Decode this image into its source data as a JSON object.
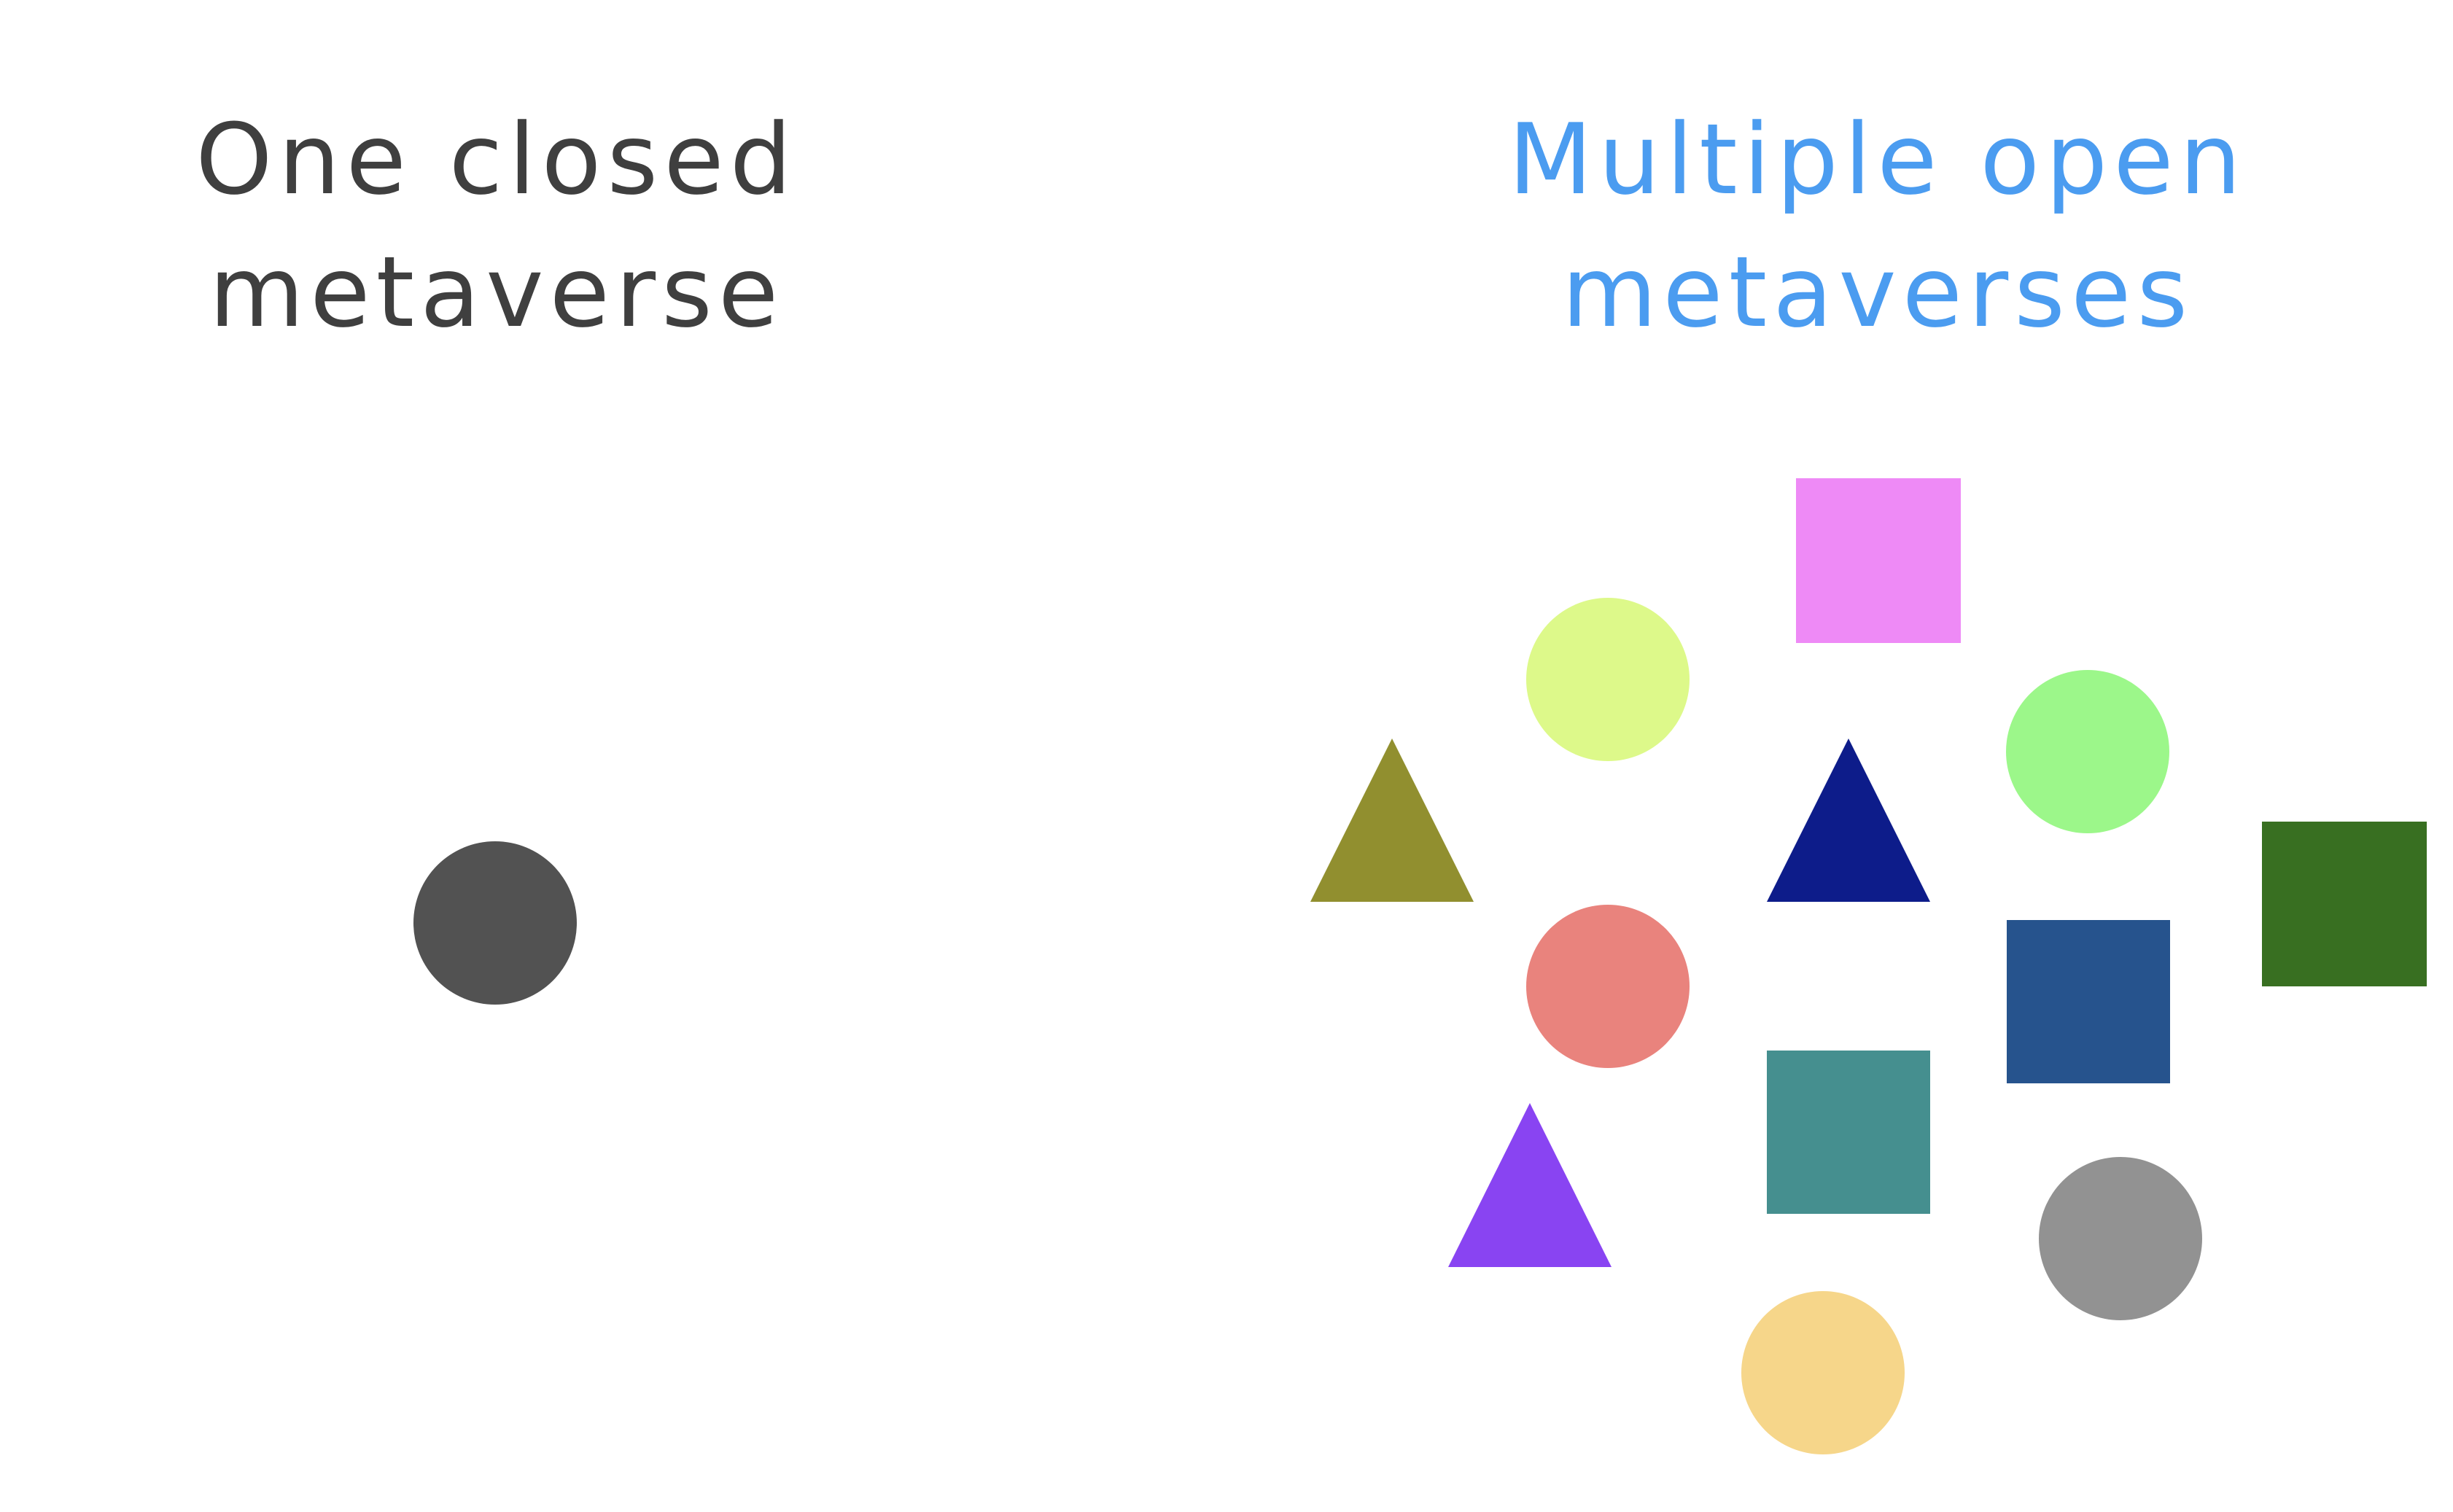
{
  "left_panel": {
    "title_line1": "One closed",
    "title_line2": "metaverse",
    "title_color": "#3f3f3f",
    "shapes": [
      {
        "name": "dark-gray-circle",
        "type": "circle",
        "color": "#525252"
      }
    ]
  },
  "right_panel": {
    "title_line1": "Multiple open",
    "title_line2": "metaverses",
    "title_color": "#4b9cf0",
    "shapes": [
      {
        "name": "pink-square",
        "type": "square",
        "color": "#ee8af6"
      },
      {
        "name": "yellow-green-circle",
        "type": "circle",
        "color": "#ddf98a"
      },
      {
        "name": "olive-triangle",
        "type": "triangle",
        "color": "#918f2f"
      },
      {
        "name": "navy-triangle",
        "type": "triangle",
        "color": "#0d1c8a"
      },
      {
        "name": "light-green-circle",
        "type": "circle",
        "color": "#9cf78a"
      },
      {
        "name": "dark-green-square",
        "type": "square",
        "color": "#386f21"
      },
      {
        "name": "salmon-circle",
        "type": "circle",
        "color": "#e9837d"
      },
      {
        "name": "blue-square",
        "type": "square",
        "color": "#26538d"
      },
      {
        "name": "purple-triangle",
        "type": "triangle",
        "color": "#8944f2"
      },
      {
        "name": "teal-square",
        "type": "square",
        "color": "#458f8f"
      },
      {
        "name": "gray-circle",
        "type": "circle",
        "color": "#929292"
      },
      {
        "name": "peach-circle",
        "type": "circle",
        "color": "#f6d68a"
      }
    ]
  }
}
